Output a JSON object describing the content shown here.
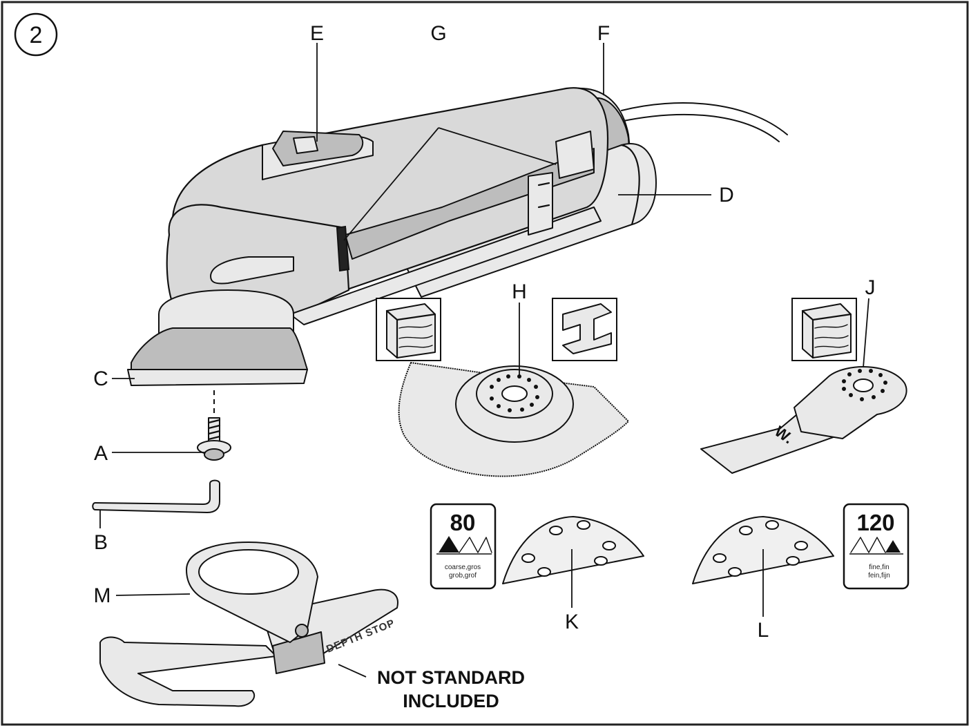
{
  "figure_number": "2",
  "labels": {
    "A": "A",
    "B": "B",
    "C": "C",
    "D": "D",
    "E": "E",
    "F": "F",
    "G": "G",
    "H": "H",
    "J": "J",
    "K": "K",
    "L": "L",
    "M": "M"
  },
  "note": {
    "line1": "NOT STANDARD",
    "line2": "INCLUDED"
  },
  "grit_coarse": {
    "number": "80",
    "text1": "coarse,gros",
    "text2": "grob,grof"
  },
  "grit_fine": {
    "number": "120",
    "text1": "fine,fin",
    "text2": "fein,fijn"
  },
  "depth_stop_text": "DEPTH STOP",
  "blade_mark": "W."
}
